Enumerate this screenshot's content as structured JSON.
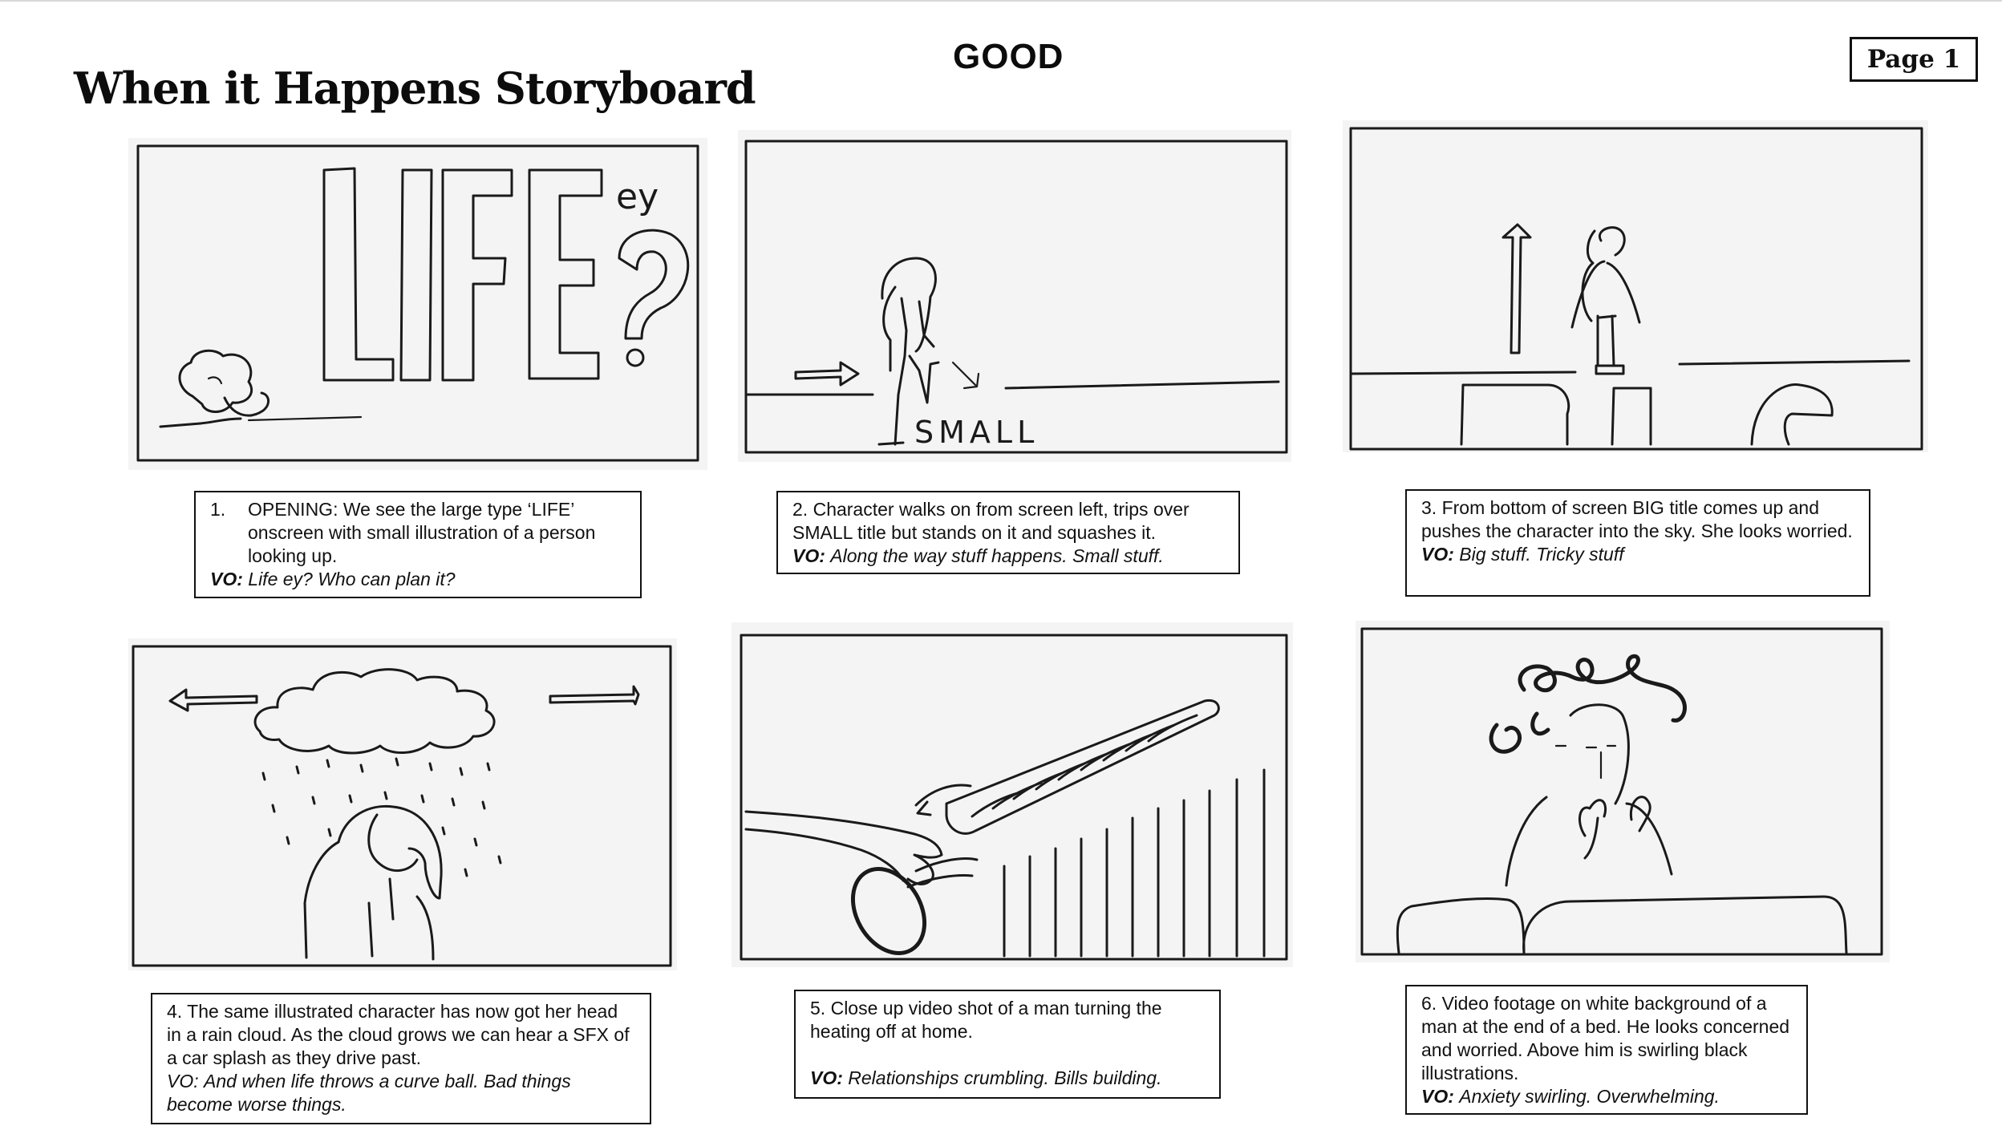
{
  "header": {
    "title": "When it Happens Storyboard",
    "brand": "GOOD",
    "page_label": "Page 1"
  },
  "frames": [
    {
      "number": "1.",
      "description": "OPENING: We see the large type ‘LIFE’ onscreen with small illustration of a person looking up.",
      "vo_label": "VO:",
      "vo_text": "Life ey? Who can plan it?",
      "sketch_text": {
        "word": "LIFE",
        "suffix": "ey",
        "mark": "?"
      }
    },
    {
      "number": "2.",
      "description": "Character walks on from screen left, trips over SMALL title but stands on it and squashes it.",
      "vo_label": "VO:",
      "vo_text": "Along the way stuff happens. Small stuff.",
      "sketch_text": {
        "word": "SMALL"
      }
    },
    {
      "number": "3.",
      "description": "From bottom of screen BIG title comes up and pushes the character into the sky. She looks worried.",
      "vo_label": "VO:",
      "vo_text": "Big stuff. Tricky stuff"
    },
    {
      "number": "4.",
      "description": "The same illustrated character has now got her head in a rain cloud. As the cloud grows we can hear a SFX of a car splash as they drive past.",
      "vo_label": "VO:",
      "vo_text": "And when life throws a curve ball. Bad things become worse things."
    },
    {
      "number": "5.",
      "description": "Close up video shot of a man turning the heating off at home.",
      "vo_label": "VO:",
      "vo_text": "Relationships crumbling. Bills building."
    },
    {
      "number": "6.",
      "description": "Video footage on white background of a man at the end of a bed. He looks concerned and worried. Above him is swirling black illustrations.",
      "vo_label": "VO:",
      "vo_text": "Anxiety swirling. Overwhelming."
    }
  ]
}
